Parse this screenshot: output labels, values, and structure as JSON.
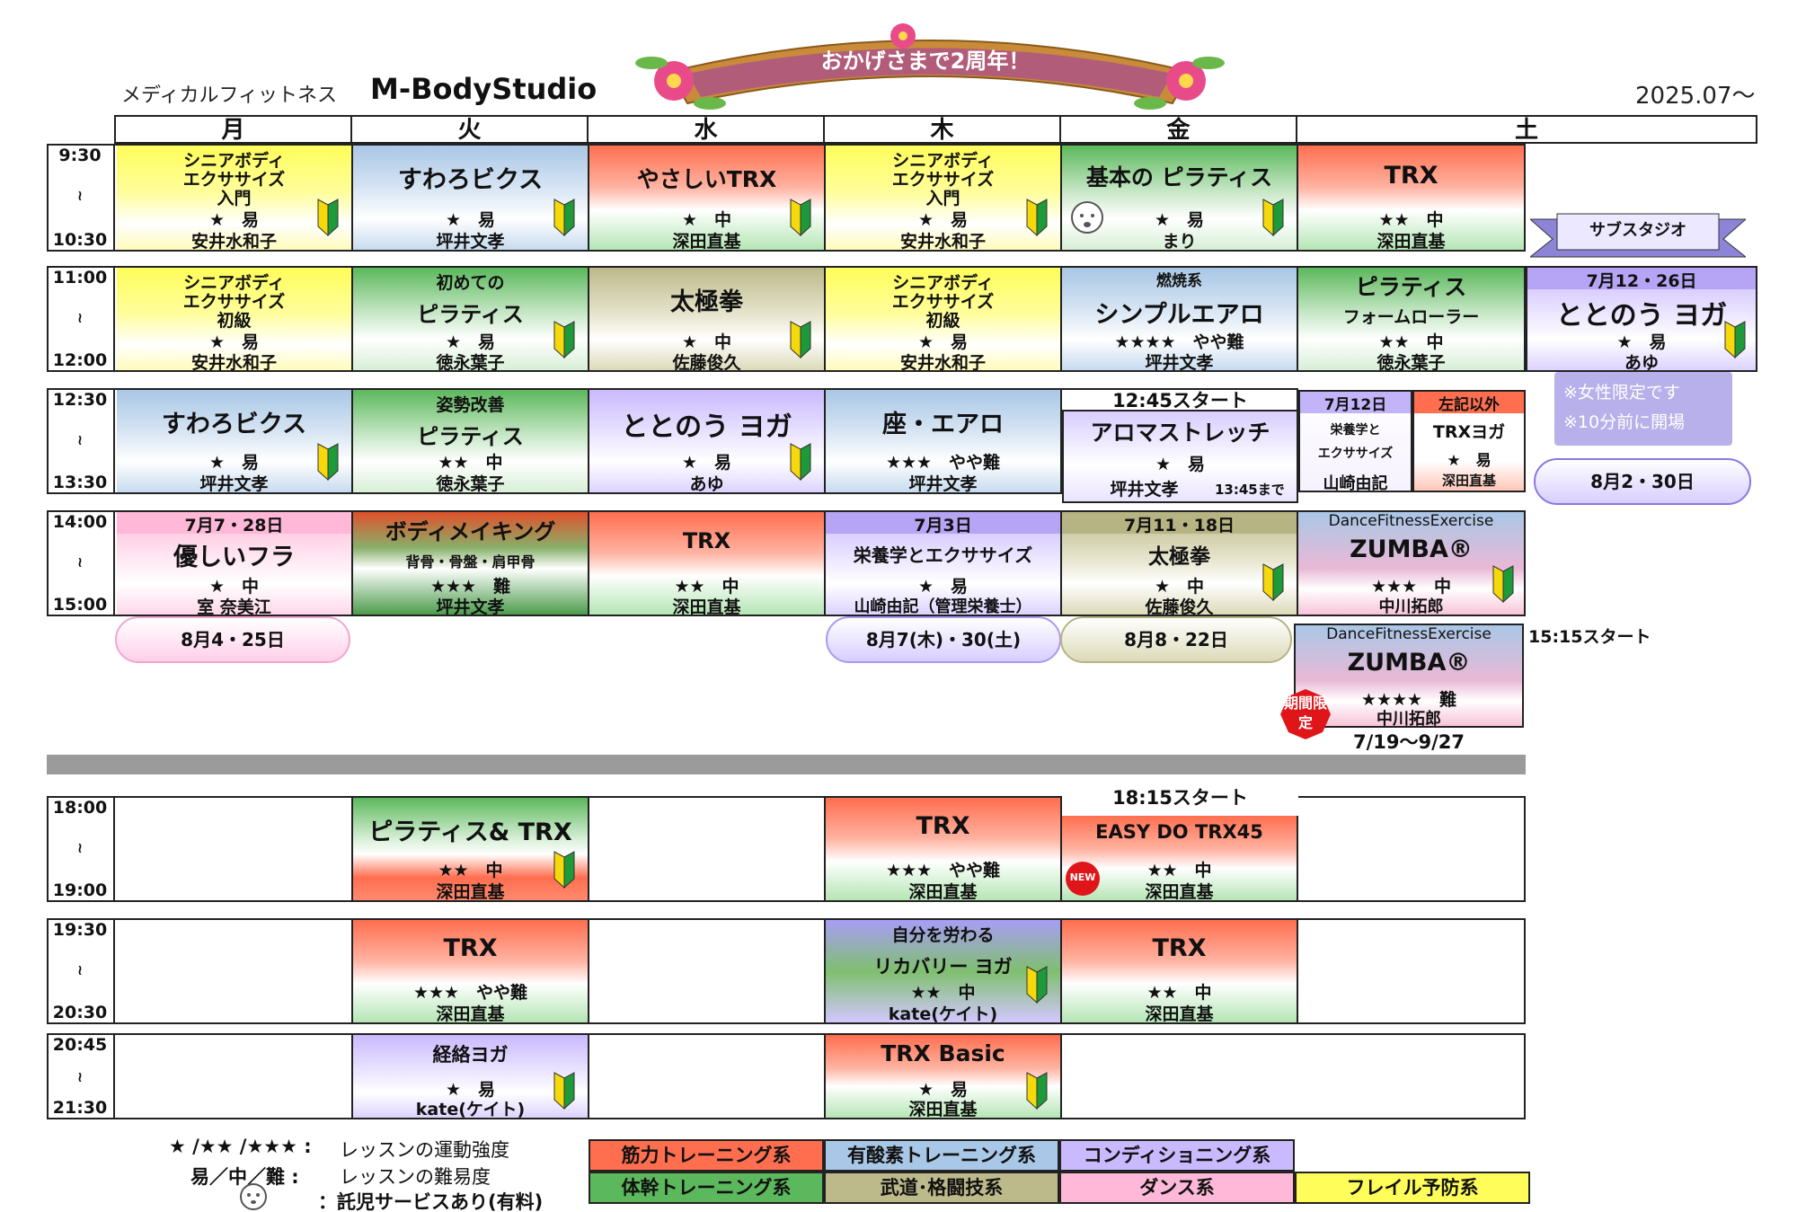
{
  "header": {
    "subtitle": "メディカルフィットネス",
    "title": "M-BodyStudio",
    "banner": "おかげさまで2周年！",
    "date": "2025.07～"
  },
  "days": [
    "月",
    "火",
    "水",
    "木",
    "金",
    "土"
  ],
  "times": [
    {
      "start": "9:30",
      "tilde": "≀",
      "end": "10:30"
    },
    {
      "start": "11:00",
      "tilde": "≀",
      "end": "12:00"
    },
    {
      "start": "12:30",
      "tilde": "≀",
      "end": "13:30"
    },
    {
      "start": "14:00",
      "tilde": "≀",
      "end": "15:00"
    },
    {
      "start": "18:00",
      "tilde": "≀",
      "end": "19:00"
    },
    {
      "start": "19:30",
      "tilde": "≀",
      "end": "20:30"
    },
    {
      "start": "20:45",
      "tilde": "≀",
      "end": "21:30"
    }
  ],
  "c": {
    "r1": [
      {
        "a": "シニアボディ",
        "b": "エクササイズ",
        "c": "入門",
        "lv": "★　易",
        "t": "安井水和子"
      },
      {
        "a": "すわろビクス",
        "lv": "★　易",
        "t": "坪井文孝"
      },
      {
        "a": "やさしいTRX",
        "lv": "★　中",
        "t": "深田直基"
      },
      {
        "a": "シニアボディ",
        "b": "エクササイズ",
        "c": "入門",
        "lv": "★　易",
        "t": "安井水和子"
      },
      {
        "a": "基本の ピラティス",
        "lv": "★　易",
        "t": "まり"
      },
      {
        "a": "TRX",
        "lv": "★★　中",
        "t": "深田直基"
      }
    ],
    "r2": [
      {
        "a": "シニアボディ",
        "b": "エクササイズ",
        "c": "初級",
        "lv": "★　易",
        "t": "安井水和子"
      },
      {
        "a": "初めての",
        "b": "ピラティス",
        "lv": "★　易",
        "t": "徳永葉子"
      },
      {
        "a": "太極拳",
        "lv": "★　中",
        "t": "佐藤俊久"
      },
      {
        "a": "シニアボディ",
        "b": "エクササイズ",
        "c": "初級",
        "lv": "★　易",
        "t": "安井水和子"
      },
      {
        "a": "燃焼系",
        "b": "シンプルエアロ",
        "lv": "★★★★　やや難",
        "t": "坪井文孝"
      },
      {
        "a": "ピラティス",
        "b": "フォームローラー",
        "lv": "★★　中",
        "t": "徳永葉子"
      },
      {
        "d": "7月12・26日",
        "a": "ととのう ヨガ",
        "lv": "★　易",
        "t": "あゆ"
      }
    ],
    "r3": [
      {
        "a": "すわろビクス",
        "lv": "★　易",
        "t": "坪井文孝"
      },
      {
        "a": "姿勢改善",
        "b": "ピラティス",
        "lv": "★★　中",
        "t": "徳永葉子"
      },
      {
        "a": "ととのう ヨガ",
        "lv": "★　易",
        "t": "あゆ"
      },
      {
        "a": "座・エアロ",
        "lv": "★★★　やや難",
        "t": "坪井文孝"
      },
      {
        "s": "12:45スタート",
        "a": "アロマストレッチ",
        "lv": "★　易",
        "t": "坪井文孝",
        "e": "13:45まで"
      },
      {
        "d": "7月12日",
        "a": "栄養学と",
        "b": "エクササイズ",
        "t": "山崎由記"
      },
      {
        "d": "左記以外",
        "a": "TRXヨガ",
        "lv": "★　易",
        "t": "深田直基"
      }
    ],
    "r4": [
      {
        "d": "7月7・28日",
        "a": "優しいフラ",
        "lv": "★　中",
        "t": "室 奈美江"
      },
      {
        "a": "ボディメイキング",
        "b": "背骨・骨盤・肩甲骨",
        "lv": "★★★　難",
        "t": "坪井文孝"
      },
      {
        "a": "TRX",
        "lv": "★★　中",
        "t": "深田直基"
      },
      {
        "d": "7月3日",
        "a": "栄養学とエクササイズ",
        "lv": "★　易",
        "t": "山崎由記（管理栄養士）"
      },
      {
        "d": "7月11・18日",
        "a": "太極拳",
        "lv": "★　中",
        "t": "佐藤俊久"
      },
      {
        "d": "DanceFitnessExercise",
        "a": "ZUMBA®",
        "lv": "★★★　中",
        "t": "中川拓郎"
      }
    ],
    "r4b": {
      "d": "DanceFitnessExercise",
      "a": "ZUMBA®",
      "lv": "★★★★　難",
      "t": "中川拓郎",
      "range": "7/19～9/27",
      "start": "15:15スタート",
      "badge": "期間限定"
    },
    "r5": [
      {
        "a": "ピラティス& TRX",
        "lv": "★★　中",
        "t": "深田直基"
      },
      {
        "a": "TRX",
        "lv": "★★★　やや難",
        "t": "深田直基"
      },
      {
        "s": "18:15スタート",
        "a": "EASY DO TRX45",
        "lv": "★★　中",
        "t": "深田直基",
        "n": "NEW"
      }
    ],
    "r6": [
      {
        "a": "TRX",
        "lv": "★★★　やや難",
        "t": "深田直基"
      },
      {
        "a": "自分を労わる",
        "b": "リカバリー ヨガ",
        "lv": "★★　中",
        "t": "kate(ケイト)"
      },
      {
        "a": "TRX",
        "lv": "★★　中",
        "t": "深田直基"
      }
    ],
    "r7": [
      {
        "a": "経絡ヨガ",
        "lv": "★　易",
        "t": "kate(ケイト)"
      },
      {
        "a": "TRX Basic",
        "lv": "★　易",
        "t": "深田直基"
      }
    ]
  },
  "pills": {
    "mon": "8月4・25日",
    "thu": "8月7(木)・30(土)",
    "fri": "8月8・22日",
    "sat": "8月2・30日"
  },
  "sub": {
    "label": "サブスタジオ",
    "n1": "※女性限定です",
    "n2": "※10分前に開場"
  },
  "legend": {
    "l1a": "★ /★★ /★★★ :",
    "l1b": "レッスンの運動強度",
    "l2a": "易／中／難 :",
    "l2b": "レッスンの難易度",
    "l3": "：託児サービスあり(有料)",
    "cats": [
      "筋力トレーニング系",
      "有酸素トレーニング系",
      "コンディショニング系",
      "体幹トレーニング系",
      "武道･格闘技系",
      "ダンス系",
      "フレイル予防系"
    ]
  },
  "colors": {
    "strength": "#ff6e4f",
    "aerobic": "#a9c7e6",
    "conditioning": "#c9b9ff",
    "core": "#5cb85c",
    "martial": "#bcb98a",
    "dance": "#ffb8d8",
    "frail": "#fffd59"
  }
}
